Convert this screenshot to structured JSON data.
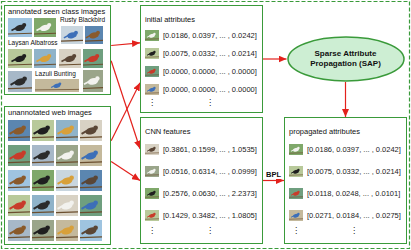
{
  "diagram": {
    "nodes": [
      {
        "text": [
          "annotated seen class images",
          "Rusty Blackbird",
          "Laysan Albatross",
          "Lazuli Bunting"
        ]
      },
      {
        "text": [
          "unannotated web images"
        ]
      },
      {
        "text": [
          "initial attributes",
          "[0.0186, 0.0397, ... , 0.0242]",
          "[0.0075, 0.0332, ... , 0.0214]",
          "[0.0000, 0.0000, ... , 0.0000]",
          "[0.0000, 0.0000, ... , 0.0000]",
          "⋮",
          "⋮"
        ]
      },
      {
        "text": [
          "CNN features",
          "[0.3861, 0.1599, ... , 1.0535]",
          "[0.0516, 0.6314, ... , 0.0999]",
          "[0.2576, 0.0630, ... , 2.2373]",
          "[0.1429, 0.3482, ... , 1.0805]",
          "⋮",
          "⋮"
        ]
      },
      {
        "text": [
          "Sparse Attribute Propagation (SAP)"
        ]
      },
      {
        "text": [
          "propagated attributes",
          "[0.0186, 0.0397, ... , 0.0242]",
          "[0.0075, 0.0332, ... , 0.0214]",
          "[0.0118, 0.0248, ... , 0.0101]",
          "[0.0271, 0.0184, ... , 0.0275]",
          "⋮",
          "⋮"
        ]
      }
    ],
    "edges": [
      {
        "from": 0,
        "to": 2,
        "arrow": "to"
      },
      {
        "from": 0,
        "to": 3,
        "arrow": "to"
      },
      {
        "from": 1,
        "to": 2,
        "arrow": "to"
      },
      {
        "from": 1,
        "to": 3,
        "arrow": "to"
      },
      {
        "from": 2,
        "to": 4,
        "arrow": "to"
      },
      {
        "from": 3,
        "to": 5,
        "arrow": "to",
        "label": "BPL"
      },
      {
        "from": 4,
        "to": 5,
        "arrow": "to"
      }
    ]
  }
}
